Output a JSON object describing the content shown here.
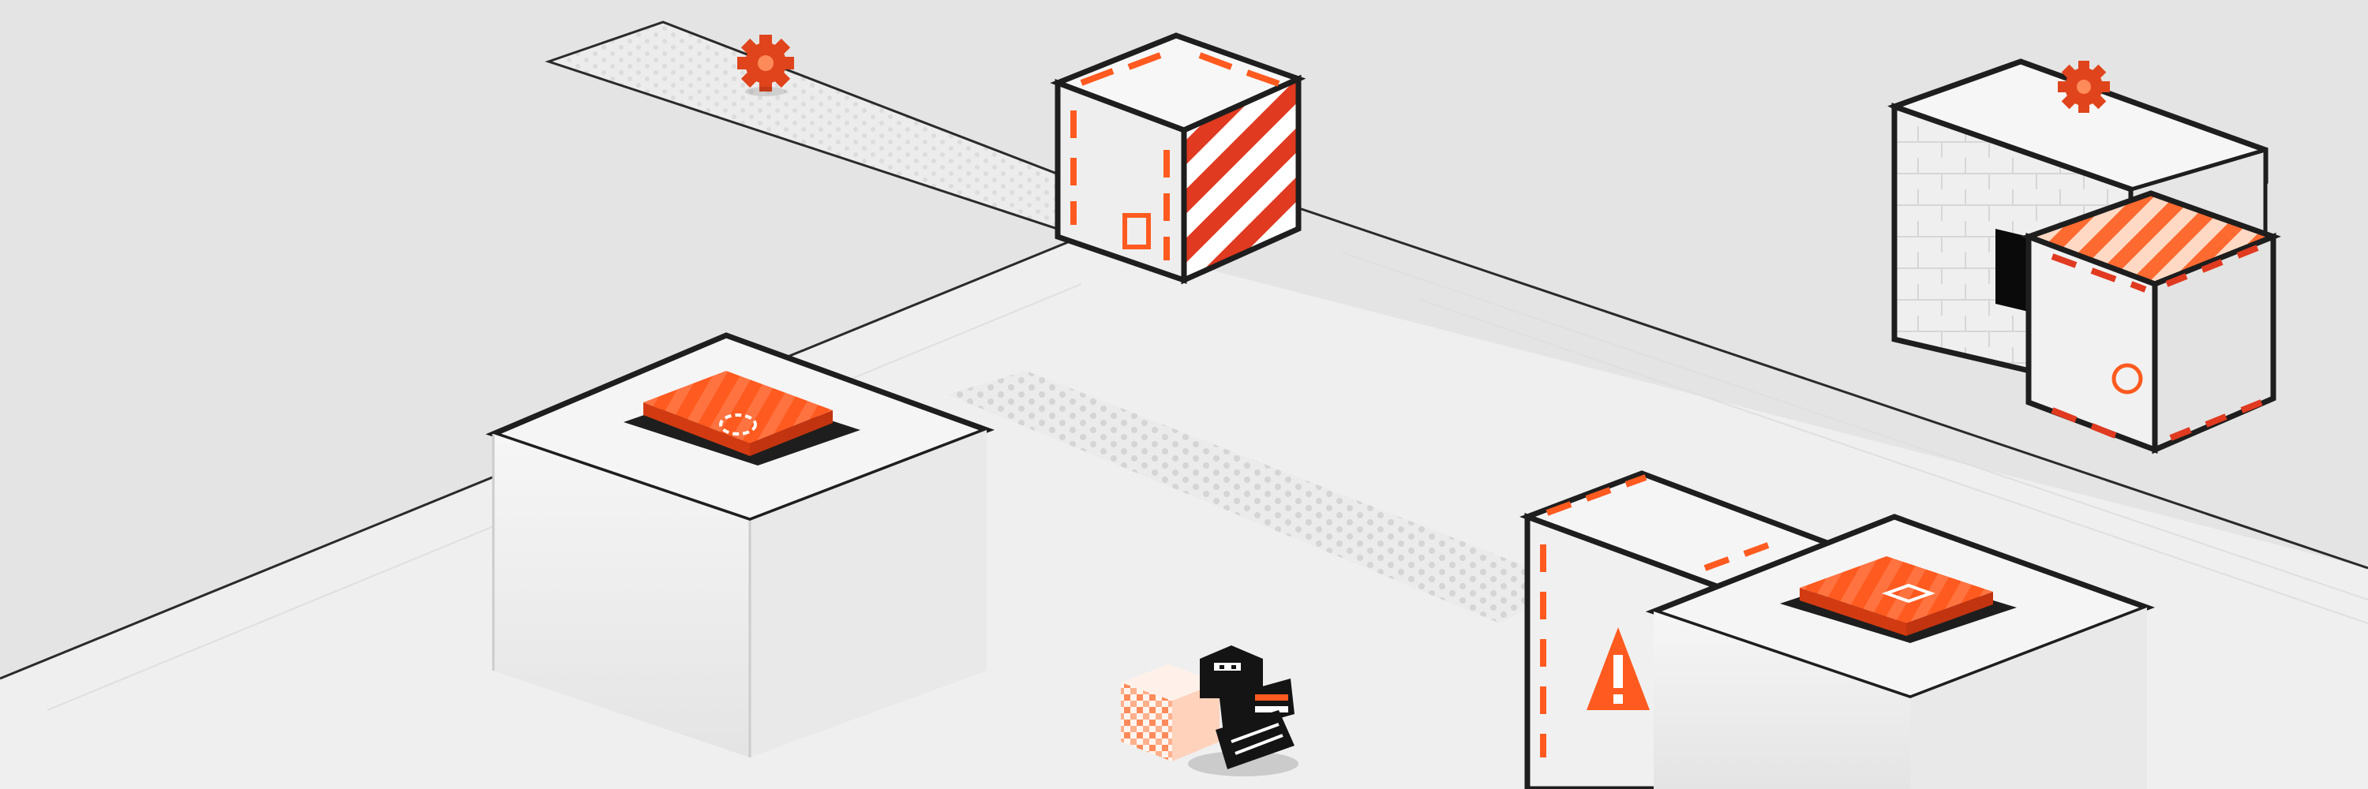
{
  "game": {
    "style": "isometric voxel puzzle",
    "palette": {
      "background": "#e6e6e6",
      "floor": "#f1f1f1",
      "block_face_light": "#f4f4f4",
      "block_face_mid": "#e8e8e8",
      "block_face_dark": "#dadada",
      "outline": "#1e1e1e",
      "accent": "#ff5a1f",
      "accent_dark": "#d23b12",
      "accent_red": "#e03a20"
    },
    "entities": {
      "player": {
        "type": "ninja",
        "color": "#141414"
      },
      "pushable_crate": {
        "type": "cube",
        "pattern": "checker-fade"
      },
      "gears": [
        {
          "type": "gear",
          "location": "upper-walkway"
        },
        {
          "type": "gear",
          "location": "right-structure-top"
        }
      ],
      "pressure_pads": [
        {
          "symbol": "circle",
          "location": "left-pedestal"
        },
        {
          "symbol": "square",
          "location": "right-pedestal"
        }
      ],
      "hazard_crates": [
        {
          "pattern": "diagonal-stripes",
          "symbol": "square",
          "location": "top-center"
        },
        {
          "pattern": "dashed-edges",
          "symbol": "circle",
          "location": "top-right"
        },
        {
          "pattern": "dashed-edges",
          "symbol": "warning",
          "location": "bottom-right"
        }
      ],
      "door": {
        "state": "open",
        "location": "right-structure"
      }
    }
  }
}
